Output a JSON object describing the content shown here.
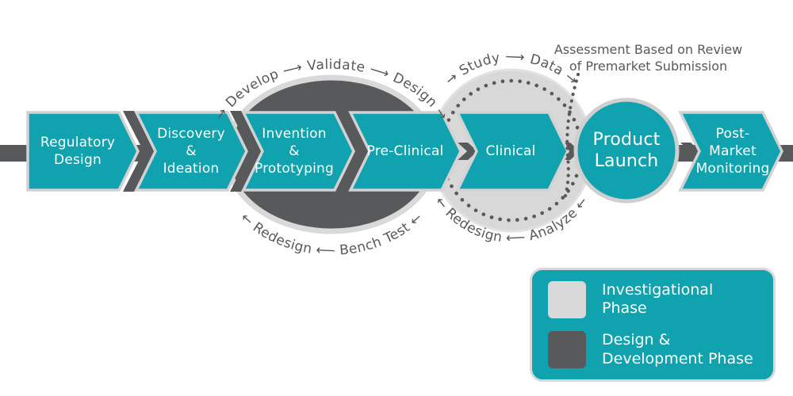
{
  "flow": {
    "stages": [
      {
        "label": "Regulatory\nDesign"
      },
      {
        "label": "Discovery\n&\nIdeation"
      },
      {
        "label": "Invention\n&\nPrototyping"
      },
      {
        "label": "Pre-Clinical"
      },
      {
        "label": "Clinical"
      },
      {
        "label": "Product\nLaunch"
      },
      {
        "label": "Post-\nMarket\nMonitoring"
      }
    ]
  },
  "loop_labels": {
    "design_top": "→ Develop ⟶ Validate ⟶ Design →",
    "design_bottom": "← Redesign ⟵ Bench Test ←",
    "clinical_top": "→ Study ⟶ Data →",
    "clinical_bottom": "← Redesign ⟵ Analyze ←"
  },
  "annotation": {
    "assessment": "Assessment Based on Review\nof Premarket Submission"
  },
  "legend": {
    "items": [
      {
        "label": "Investigational Phase",
        "swatch_color": "#D8D8D8"
      },
      {
        "label": "Design &\nDevelopment Phase",
        "swatch_color": "#58595B"
      }
    ]
  },
  "colors": {
    "teal": "#10A2AF",
    "dark_gray": "#58595B",
    "light_gray": "#D8D8D8",
    "border_gray": "#D9D9D9"
  }
}
